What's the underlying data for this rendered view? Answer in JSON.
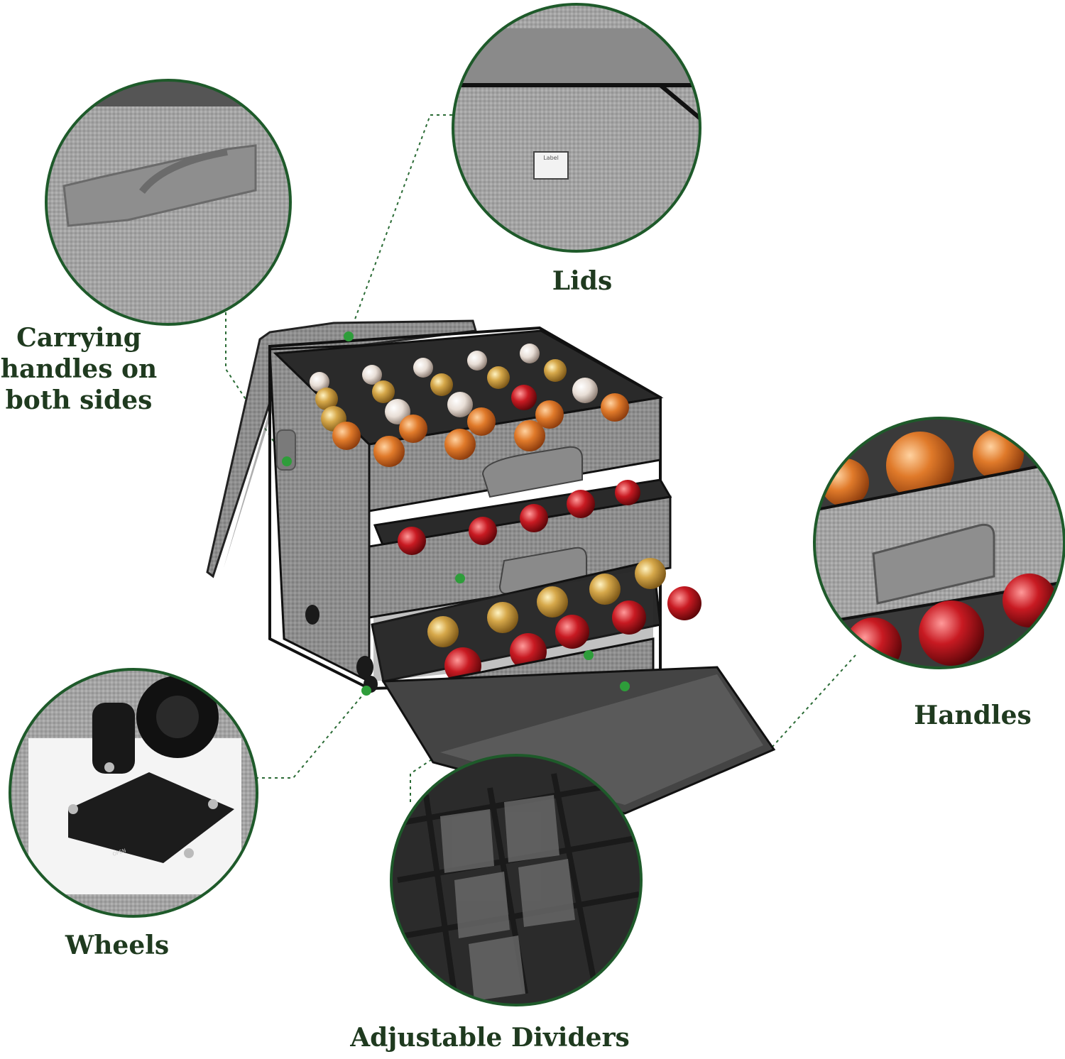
{
  "callouts": {
    "carrying": [
      "Carrying",
      "handles on",
      "both sides"
    ],
    "lids": "Lids",
    "handles": "Handles",
    "wheels": "Wheels",
    "dividers": "Adjustable Dividers"
  },
  "lid_label_tag": "Label",
  "wheel_open_tag": "OPEN",
  "colors": {
    "ring": "#1e5a2a",
    "dot": "#2e9d3a",
    "fabric": "#8d8d8d",
    "fabric_dark": "#6f6f6f",
    "trim": "#151515",
    "text": "#1f3a1f"
  }
}
